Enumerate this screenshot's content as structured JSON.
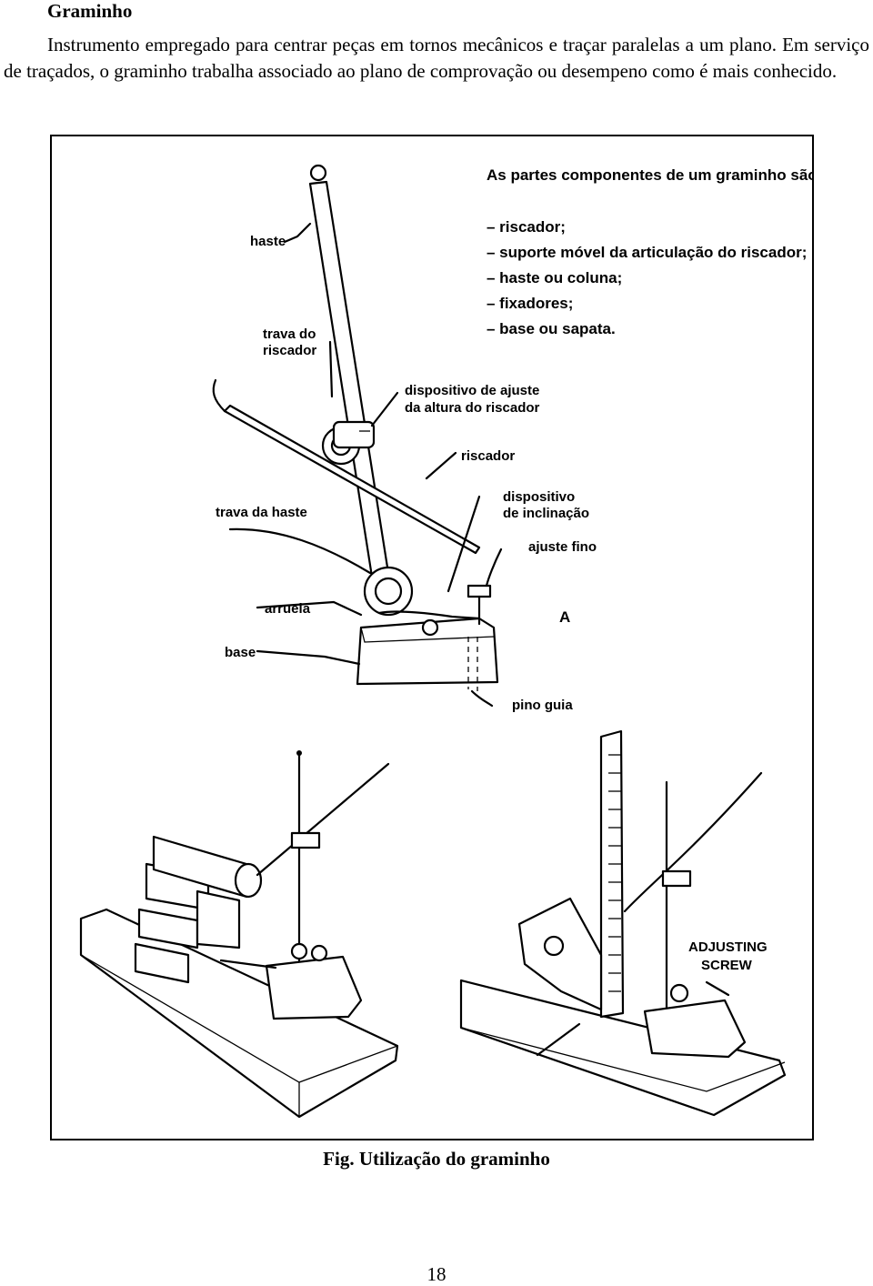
{
  "heading": "Graminho",
  "paragraph": "Instrumento empregado para centrar peças em tornos mecânicos e traçar paralelas a um plano. Em serviço de traçados, o graminho trabalha associado ao plano de comprovação ou desempeno como é mais conhecido.",
  "figure": {
    "parts_title": "As partes componentes de um graminho são:",
    "parts": [
      "– riscador;",
      "– suporte móvel da articulação do riscador;",
      "– haste ou coluna;",
      "– fixadores;",
      "– base ou sapata."
    ],
    "labels": {
      "haste": "haste",
      "trava_riscador_1": "trava do",
      "trava_riscador_2": "riscador",
      "ajuste_altura_1": "dispositivo de ajuste",
      "ajuste_altura_2": "da altura do riscador",
      "riscador": "riscador",
      "trava_haste": "trava da haste",
      "inclinacao_1": "dispositivo",
      "inclinacao_2": "de inclinação",
      "ajuste_fino": "ajuste fino",
      "arruela": "arruela",
      "base": "base",
      "letter_a": "A",
      "pino_guia": "pino guia",
      "adjusting_1": "ADJUSTING",
      "adjusting_2": "SCREW"
    }
  },
  "caption": "Fig. Utilização do graminho",
  "page_number": "18"
}
